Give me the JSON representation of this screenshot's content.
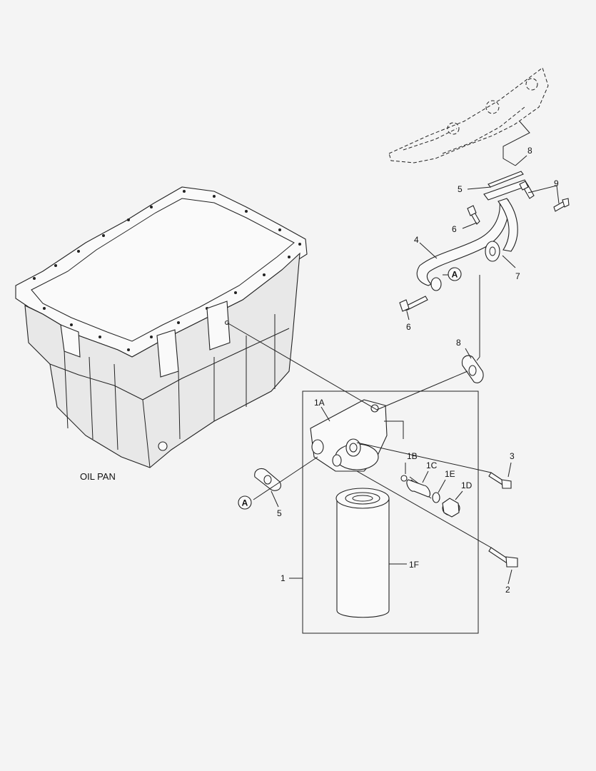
{
  "labels": {
    "oil_pan": "OIL PAN",
    "p1": "1",
    "p1a": "1A",
    "p1b": "1B",
    "p1c": "1C",
    "p1d": "1D",
    "p1e": "1E",
    "p1f": "1F",
    "p2": "2",
    "p3": "3",
    "p4": "4",
    "p5_top": "5",
    "p5_bottom": "5",
    "p6_top": "6",
    "p6_bottom": "6",
    "p7": "7",
    "p8_top": "8",
    "p8_mid": "8",
    "p9": "9",
    "ref_a_top": "A",
    "ref_a_bottom": "A"
  }
}
